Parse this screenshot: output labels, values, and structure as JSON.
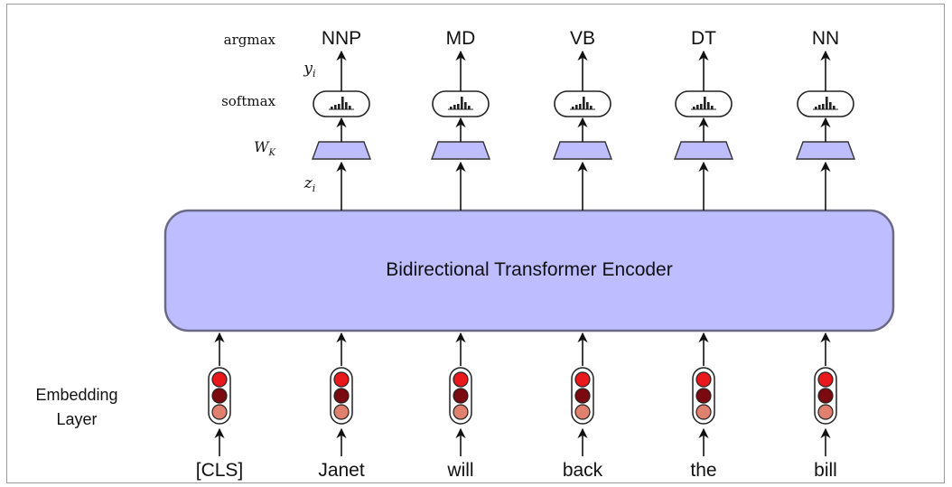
{
  "encoder": {
    "label": "Bidirectional Transformer Encoder",
    "fill": "#bdbdff",
    "stroke": "#6a6a86"
  },
  "rows": {
    "argmax": "argmax",
    "y": "y",
    "y_sub": "i",
    "softmax": "softmax",
    "w": "W",
    "w_sub": "K",
    "z": "z",
    "z_sub": "i",
    "embedding_line1": "Embedding",
    "embedding_line2": "Layer"
  },
  "tags": [
    "NNP",
    "MD",
    "VB",
    "DT",
    "NN"
  ],
  "tokens": [
    "[CLS]",
    "Janet",
    "will",
    "back",
    "the",
    "bill"
  ],
  "colors": {
    "embedding_dots": [
      "#e8181c",
      "#7a0a0f",
      "#e0806e"
    ],
    "linear_fill": "#bdbdff",
    "stroke": "#222222"
  },
  "icons": {
    "softmax": "softmax-histogram-icon",
    "linear": "linear-layer-trapezoid-icon",
    "embedding": "embedding-vector-icon"
  }
}
